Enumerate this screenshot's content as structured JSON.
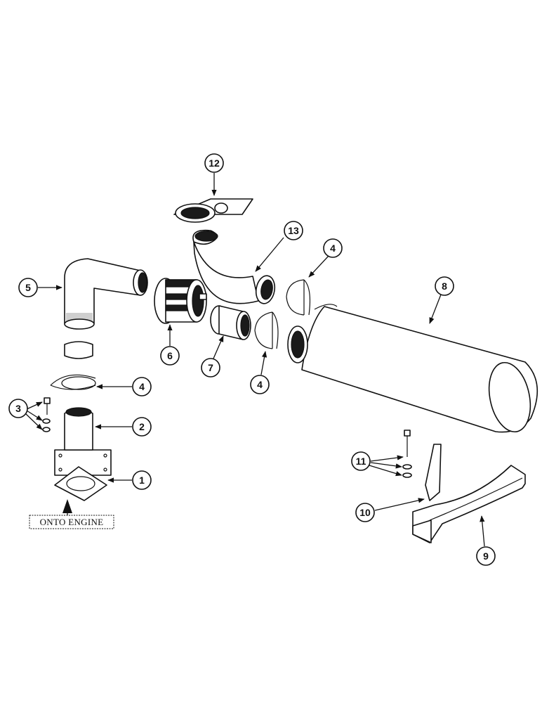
{
  "callouts": {
    "c1": "1",
    "c2": "2",
    "c3": "3",
    "c4a": "4",
    "c4b": "4",
    "c4c": "4",
    "c5": "5",
    "c6": "6",
    "c7": "7",
    "c8": "8",
    "c9": "9",
    "c10": "10",
    "c11": "11",
    "c12": "12",
    "c13": "13"
  },
  "labels": {
    "onto_engine": "ONTO ENGINE"
  },
  "colors": {
    "line": "#111111",
    "background": "#ffffff"
  }
}
